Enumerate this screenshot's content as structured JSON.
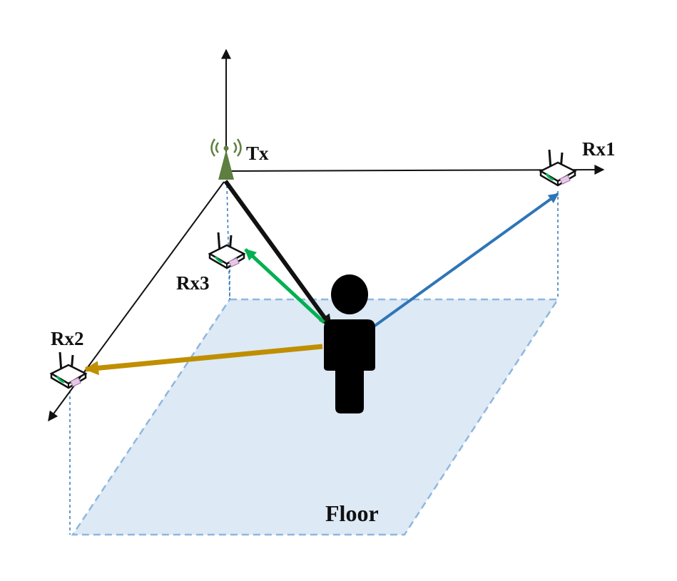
{
  "labels": {
    "tx": "Tx",
    "rx1": "Rx1",
    "rx2": "Rx2",
    "rx3": "Rx3",
    "floor": "Floor"
  },
  "colors": {
    "floor_fill": "#dde9f5",
    "floor_edge": "#8fb7de",
    "tx_to_person": "#111111",
    "to_rx1": "#2e75b6",
    "to_rx2": "#bf8f00",
    "to_rx3": "#00b050",
    "tower": "#5e7f3f"
  },
  "icons": {
    "transmitter": "antenna-tower-icon",
    "receiver": "wifi-router-icon",
    "person": "person-silhouette-icon"
  }
}
